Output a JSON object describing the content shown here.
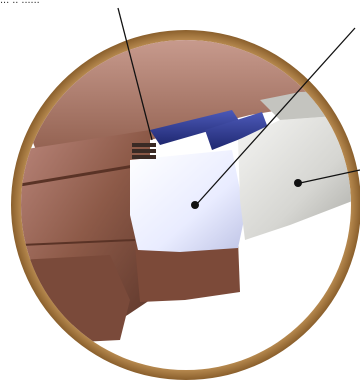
{
  "caption": {
    "partial_label": "... .. ......"
  },
  "colors": {
    "ring_gold": "#a5773b",
    "ring_dark": "#8a5f2c",
    "leather_brown": "#8d5a48",
    "leather_dark": "#6f4234",
    "leather_light": "#b9857a",
    "cartridge_white": "#e9ecff",
    "cartridge_shadow": "#c7cbea",
    "blue_bar": "#2e3a8c",
    "gray_module": "#d9d9d6",
    "line_color": "#111111",
    "background": "#ffffff"
  },
  "callouts": [
    {
      "name": "top-left-callout"
    },
    {
      "name": "top-right-callout"
    },
    {
      "name": "right-callout"
    }
  ]
}
